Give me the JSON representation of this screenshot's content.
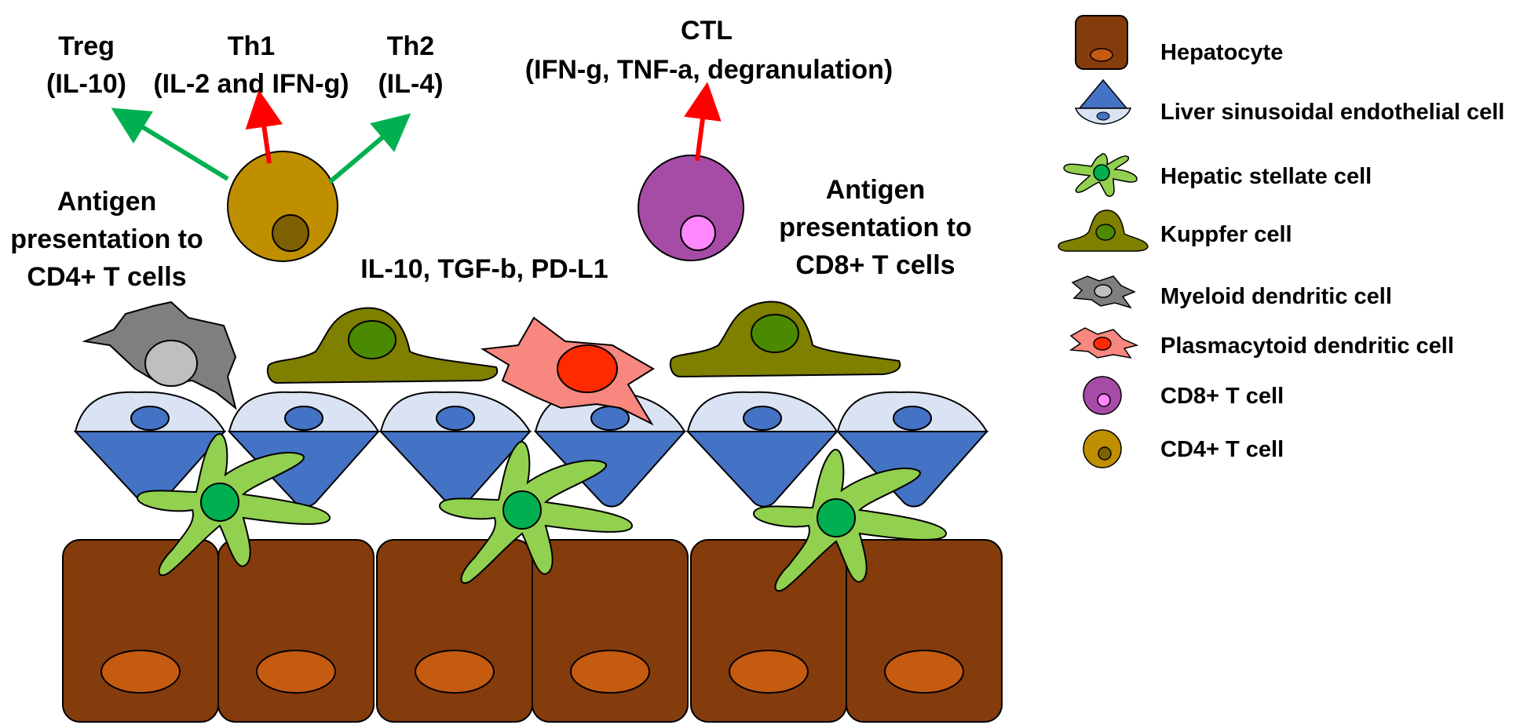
{
  "top_labels": {
    "treg_name": "Treg",
    "treg_cytokine": "(IL-10)",
    "th1_name": "Th1",
    "th1_cytokine": "(IL-2 and IFN-g)",
    "th2_name": "Th2",
    "th2_cytokine": "(IL-4)",
    "ctl_name": "CTL",
    "ctl_effector": "(IFN-g, TNF-a, degranulation)"
  },
  "annotations": {
    "cd4_presentation": [
      "Antigen",
      "presentation to",
      "CD4+ T cells"
    ],
    "cd8_presentation": [
      "Antigen",
      "presentation to",
      "CD8+ T cells"
    ],
    "tolerogenic": "IL-10, TGF-b, PD-L1"
  },
  "legend": [
    {
      "label": "Hepatocyte",
      "icon": "hepatocyte-icon"
    },
    {
      "label": "Liver sinusoidal endothelial cell",
      "icon": "lsec-icon"
    },
    {
      "label": "Hepatic stellate cell",
      "icon": "stellate-icon"
    },
    {
      "label": "Kuppfer cell",
      "icon": "kupffer-icon"
    },
    {
      "label": "Myeloid dendritic cell",
      "icon": "myeloid-dc-icon"
    },
    {
      "label": "Plasmacytoid dendritic cell",
      "icon": "plasmacytoid-dc-icon"
    },
    {
      "label": "CD8+ T cell",
      "icon": "cd8-icon"
    },
    {
      "label": "CD4+ T cell",
      "icon": "cd4-icon"
    }
  ],
  "colors": {
    "hepatocyte": "#843c0c",
    "hepatocyte_nucleus": "#c55a11",
    "lsec_body": "#4472c4",
    "lsec_top": "#dae3f3",
    "stellate": "#92d050",
    "stellate_nucleus": "#00b050",
    "kupffer": "#7f7f00",
    "kupffer_nucleus": "#4b8a00",
    "myeloid_dc": "#7f7f7f",
    "myeloid_dc_nucleus": "#bfbfbf",
    "plasmacytoid_dc": "#f8877f",
    "plasmacytoid_dc_nucleus": "#ff2a00",
    "cd8": "#a64ca6",
    "cd8_nucleus": "#ff88ff",
    "cd4": "#bf8f00",
    "cd4_nucleus": "#7f6000",
    "arrow_green": "#00b050",
    "arrow_red": "#ff0000"
  }
}
